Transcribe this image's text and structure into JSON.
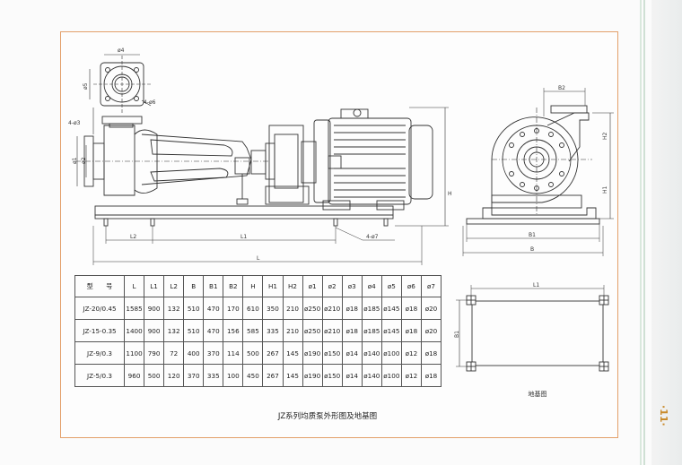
{
  "drawing_labels": {
    "phi4": "ø4",
    "phi5": "ø5",
    "holes_phi6": "4-ø6",
    "holes_phi3": "4-ø3",
    "phi1": "ø1",
    "phi2": "ø2",
    "l2": "L2",
    "l1": "L1",
    "l": "L",
    "holes_phi7": "4-ø7",
    "h": "H",
    "b2": "B2",
    "h2": "H2",
    "h1": "H1",
    "b1": "B1",
    "b": "B",
    "fl1": "L1",
    "fb1": "B1"
  },
  "table": {
    "headers": [
      "型　　号",
      "L",
      "L1",
      "L2",
      "B",
      "B1",
      "B2",
      "H",
      "H1",
      "H2",
      "ø1",
      "ø2",
      "ø3",
      "ø4",
      "ø5",
      "ø6",
      "ø7"
    ],
    "rows": [
      [
        "JZ-20/0.45",
        "1585",
        "900",
        "132",
        "510",
        "470",
        "170",
        "610",
        "350",
        "210",
        "ø250",
        "ø210",
        "ø18",
        "ø185",
        "ø145",
        "ø18",
        "ø20"
      ],
      [
        "JZ-15-0.35",
        "1400",
        "900",
        "132",
        "510",
        "470",
        "156",
        "585",
        "335",
        "210",
        "ø250",
        "ø210",
        "ø18",
        "ø185",
        "ø145",
        "ø18",
        "ø20"
      ],
      [
        "JZ-9/0.3",
        "1100",
        "790",
        "72",
        "400",
        "370",
        "114",
        "500",
        "267",
        "145",
        "ø190",
        "ø150",
        "ø14",
        "ø140",
        "ø100",
        "ø12",
        "ø18"
      ],
      [
        "JZ-5/0.3",
        "960",
        "500",
        "120",
        "370",
        "335",
        "100",
        "450",
        "267",
        "145",
        "ø190",
        "ø150",
        "ø14",
        "ø140",
        "ø100",
        "ø12",
        "ø18"
      ]
    ]
  },
  "caption": "JZ系列均质泵外形图及地基图",
  "foundation_caption": "地基图",
  "page_number": "·11·",
  "colors": {
    "frame": "#e3a06a",
    "line": "#333333",
    "page_number": "#c98a2a"
  }
}
